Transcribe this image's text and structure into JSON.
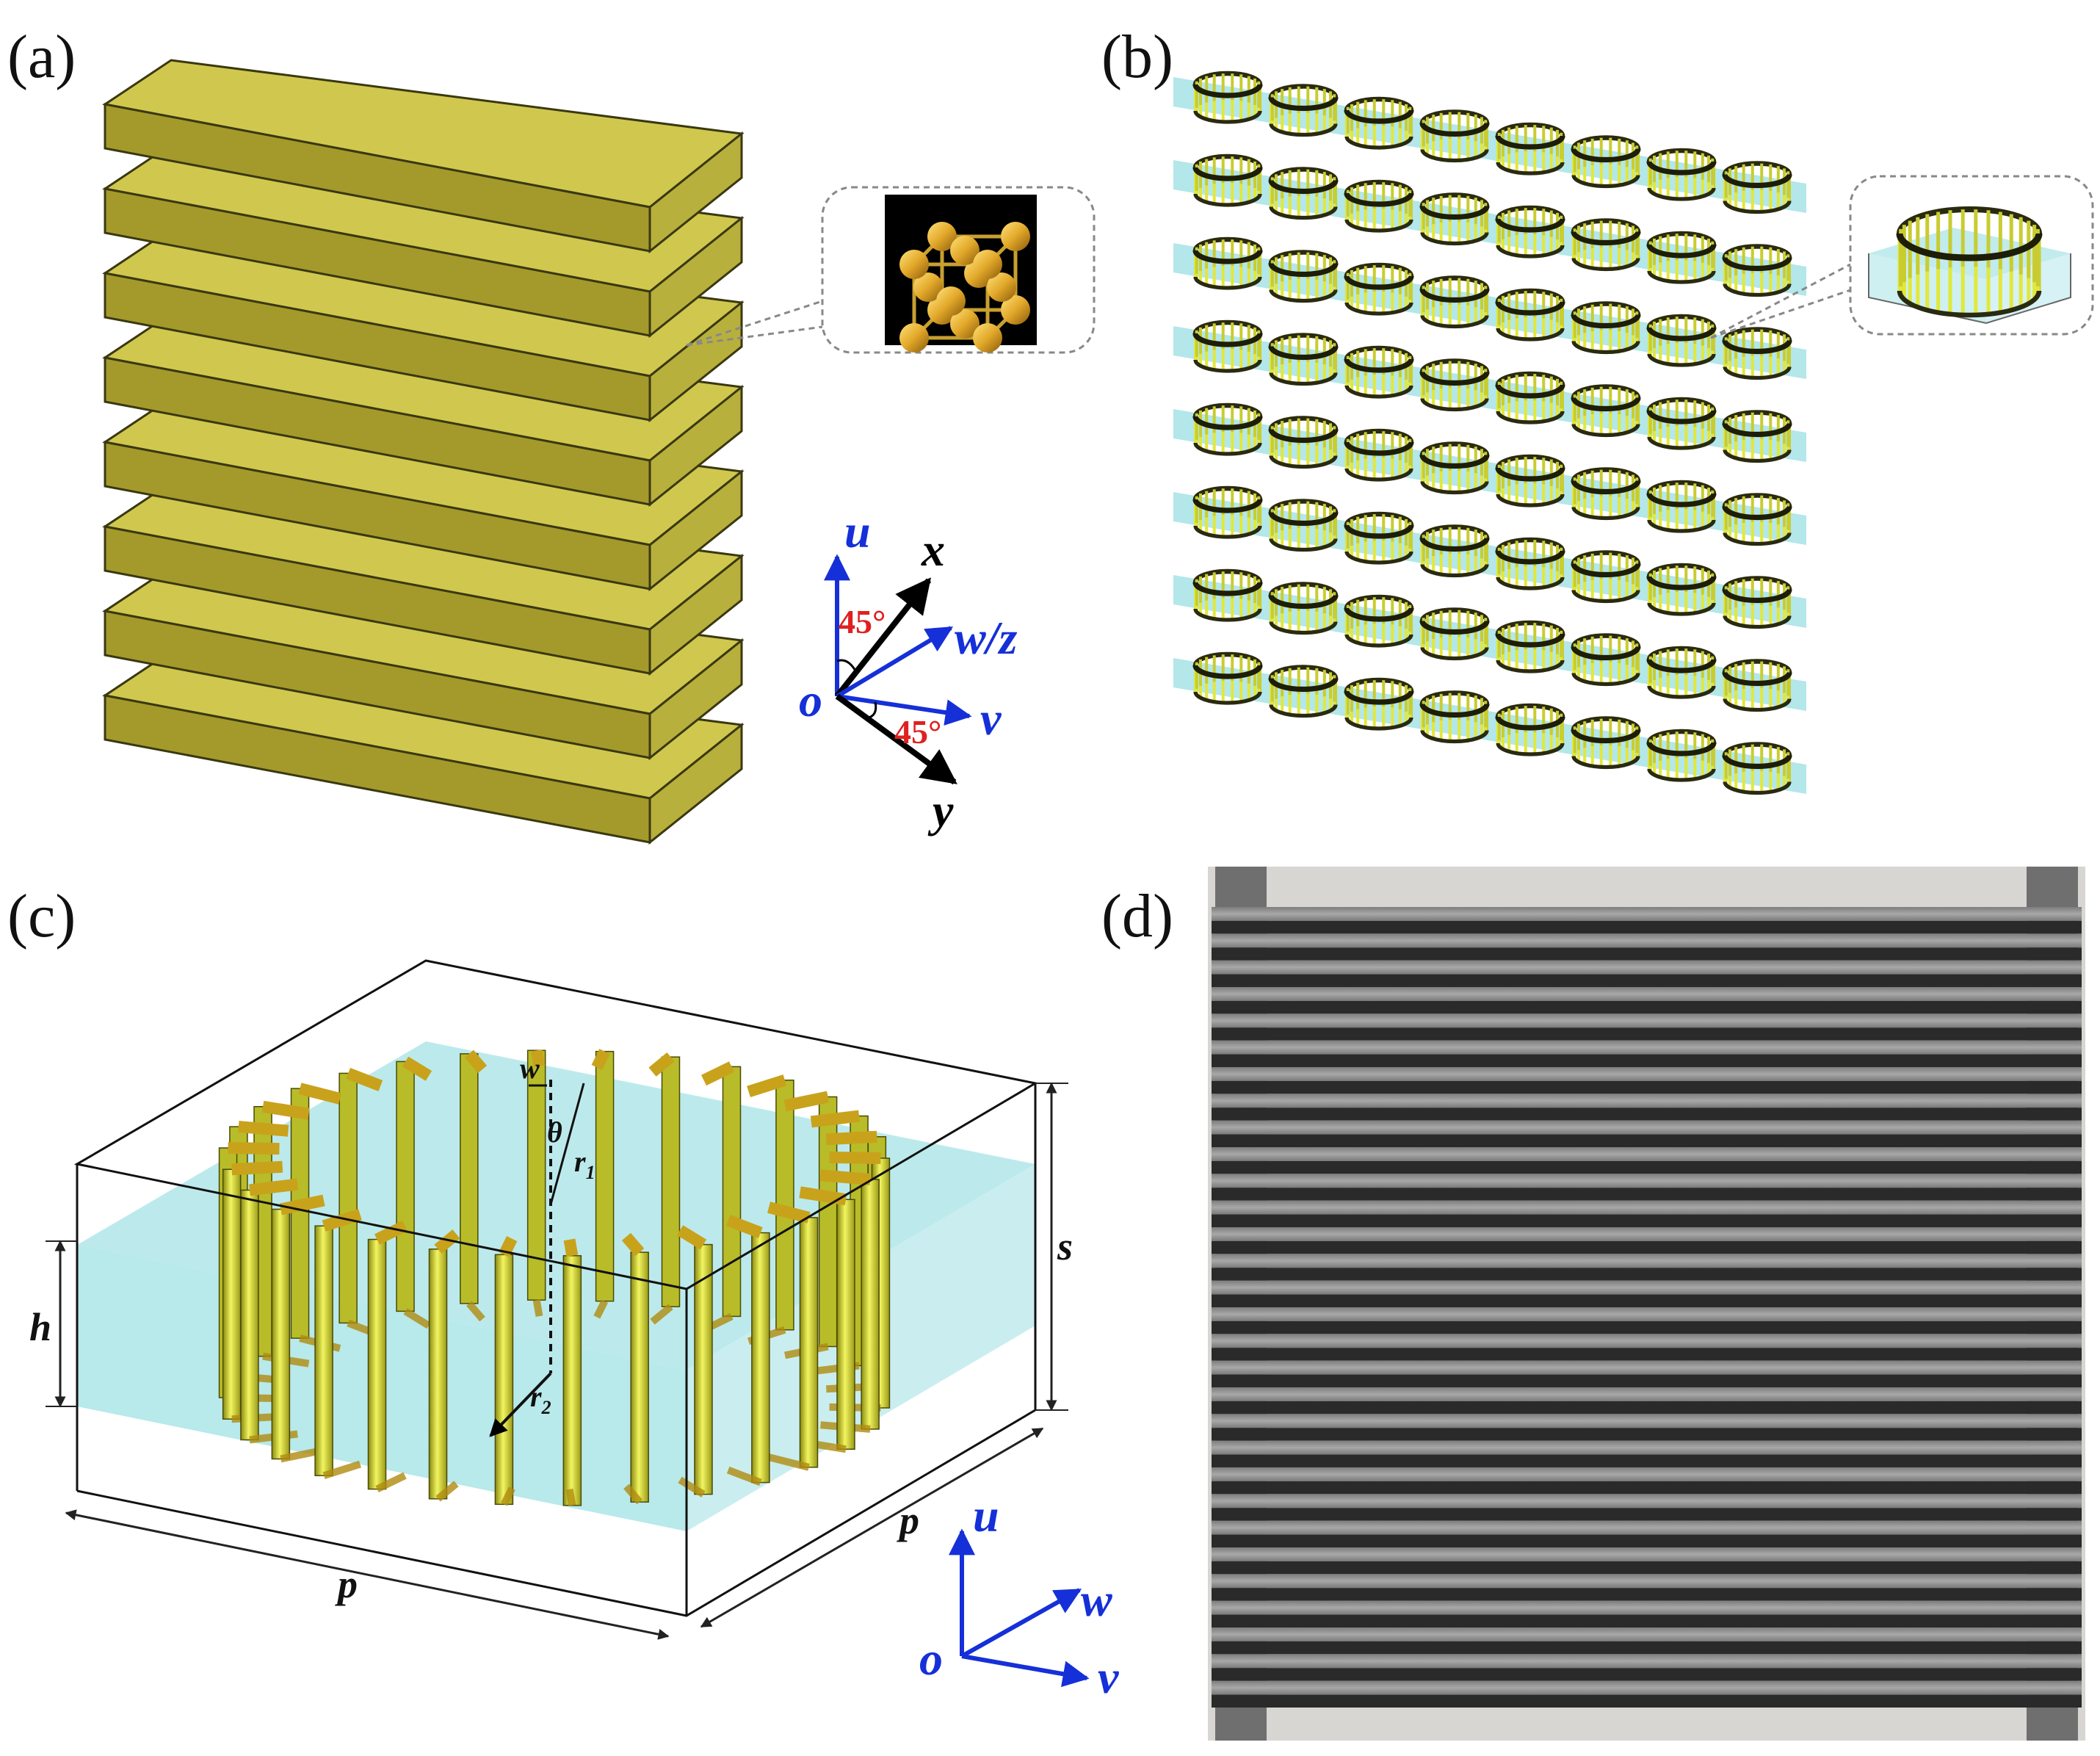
{
  "panels": {
    "a": {
      "label": "(a)"
    },
    "b": {
      "label": "(b)"
    },
    "c": {
      "label": "(c)"
    },
    "d": {
      "label": "(d)"
    }
  },
  "axes_a": {
    "u": "u",
    "x": "x",
    "wz": "w/z",
    "o": "o",
    "v": "v",
    "y": "y",
    "angle_top": "45°",
    "angle_bottom": "45°"
  },
  "dims_c": {
    "w": "w",
    "theta": "θ",
    "r1": "r",
    "r1_sub": "1",
    "r2": "r",
    "r2_sub": "2",
    "h": "h",
    "s": "s",
    "p_front": "p",
    "p_side": "p"
  },
  "axes_c": {
    "u": "u",
    "w": "w",
    "o": "o",
    "v": "v"
  },
  "colors": {
    "gold": "#b8b03c",
    "gold_top": "#d0c84e",
    "gold_front": "#a49a2c",
    "cyan": "#a6e3e6",
    "ring": "#e2e83a",
    "axis_blue": "#1530d8",
    "angle_red": "#e02020",
    "photo_gray": "#8b8b8b"
  },
  "structure": {
    "slab_count": 8,
    "ring_rows": 8,
    "rings_per_row": 8,
    "pillar_count": 30,
    "photo_fins": 30
  }
}
